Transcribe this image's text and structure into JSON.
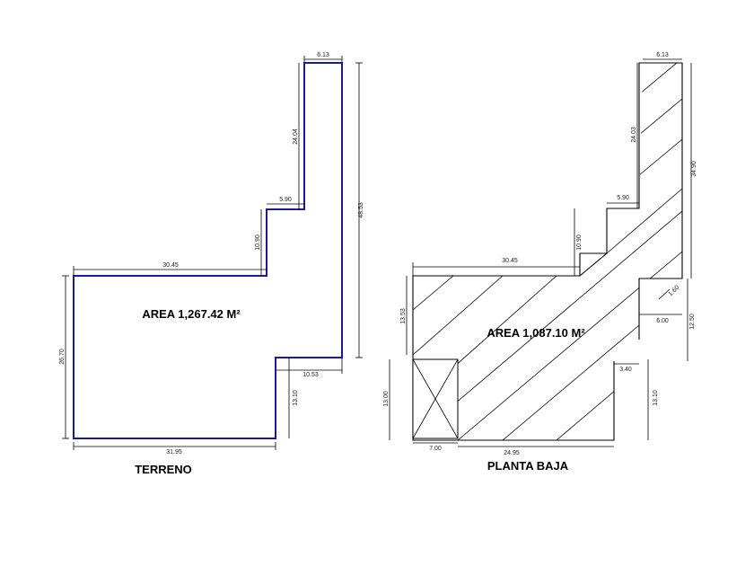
{
  "colors": {
    "lot_outline": "#1a1a9e",
    "lines": "#000000",
    "background": "#ffffff"
  },
  "terreno": {
    "title": "TERRENO",
    "area": "AREA 1,267.42 M²",
    "dims": {
      "top_width": "6.13",
      "tower_height": "24.04",
      "step_width": "5.90",
      "step_height": "10.90",
      "main_width": "30.45",
      "right_height": "48.53",
      "left_height": "26.70",
      "notch_width": "10.53",
      "notch_height": "13.10",
      "bottom_width": "31.95"
    }
  },
  "planta_baja": {
    "title": "PLANTA BAJA",
    "area": "AREA 1,087.10 M²",
    "dims": {
      "top_width": "6.13",
      "tower_height": "24.03",
      "right_height": "34.90",
      "step_width": "5.90",
      "step_height": "10.90",
      "main_width": "30.45",
      "left_height": "13.53",
      "diag_small": "1.60",
      "recess_width": "6.00",
      "recess_height": "12.50",
      "small_step": "3.40",
      "left_lower_height": "13.00",
      "right_lower_height": "13.10",
      "box_width": "7.00",
      "bottom_width": "24.95"
    }
  }
}
